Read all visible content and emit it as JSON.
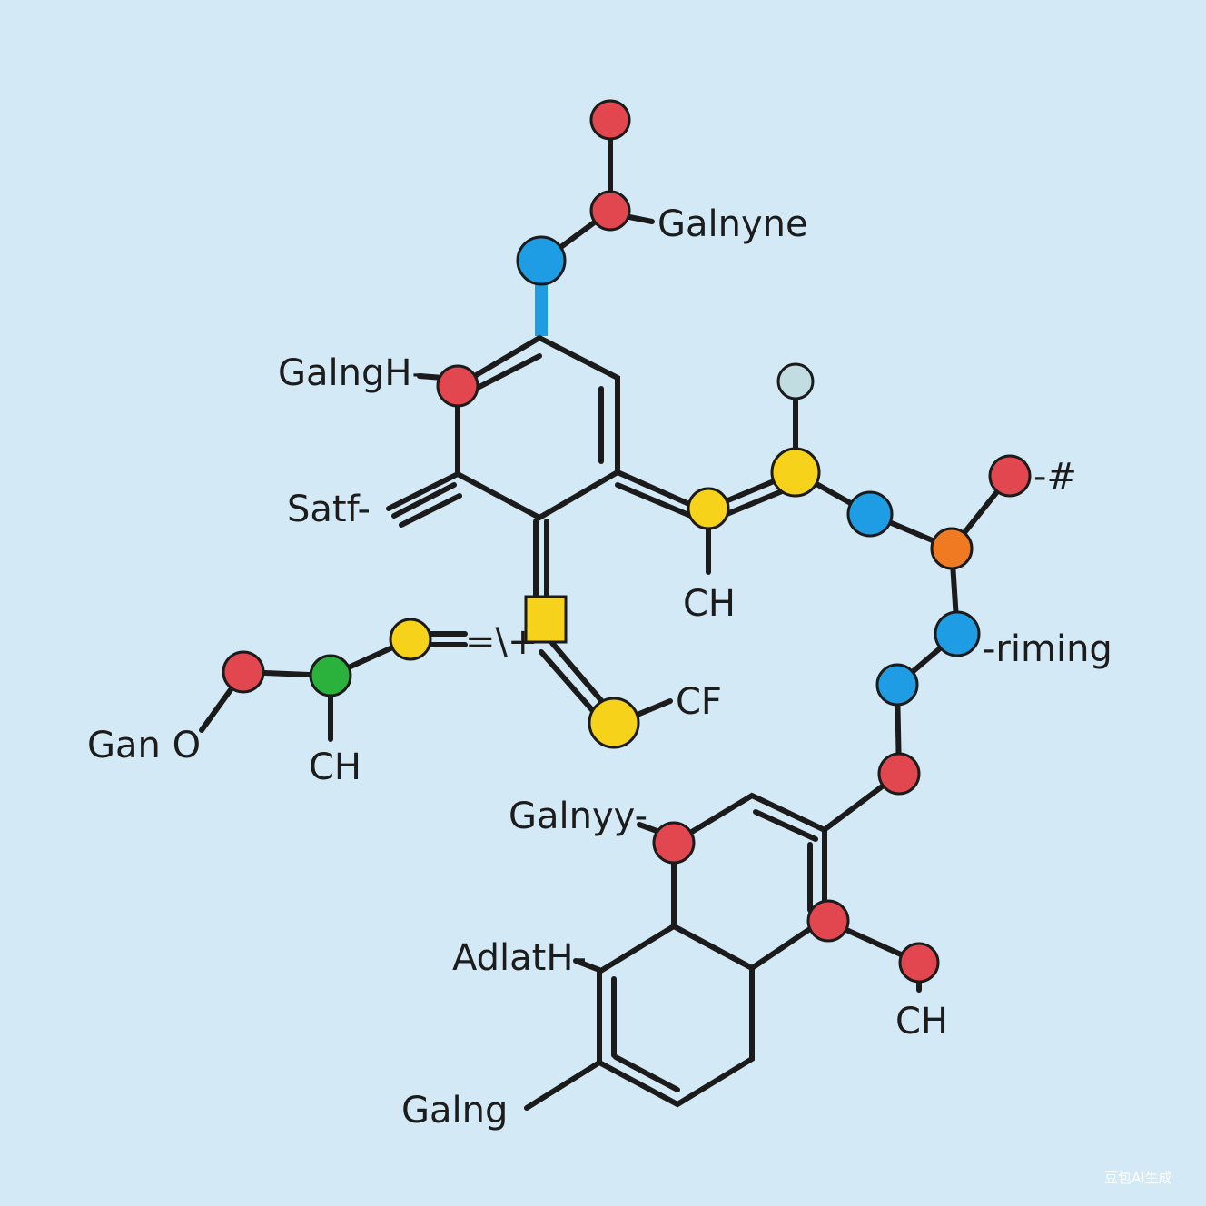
{
  "colors": {
    "background": "#d3e9f5",
    "red": "#e2474f",
    "blue": "#1f9de4",
    "yellow": "#f7d21a",
    "green": "#2ab23c",
    "orange": "#f07a22",
    "pale": "#c2dde2",
    "bond": "#1b1b1b"
  },
  "labels": {
    "galnyne": "Galnyne",
    "galngh_top": "GalngH-",
    "satf": "Satf-",
    "ch_center": "CH",
    "hash_right": "-#",
    "riming": "-riming",
    "hash_left": "=\\+",
    "cf": "CF",
    "gan_o": "Gan O",
    "ch_left": "CH",
    "galnyy": "Galnyy-",
    "adlath": "AdlatH-",
    "ch_bottom": "CH",
    "galng_bottom": "Galng"
  },
  "watermark": "豆包AI生成"
}
